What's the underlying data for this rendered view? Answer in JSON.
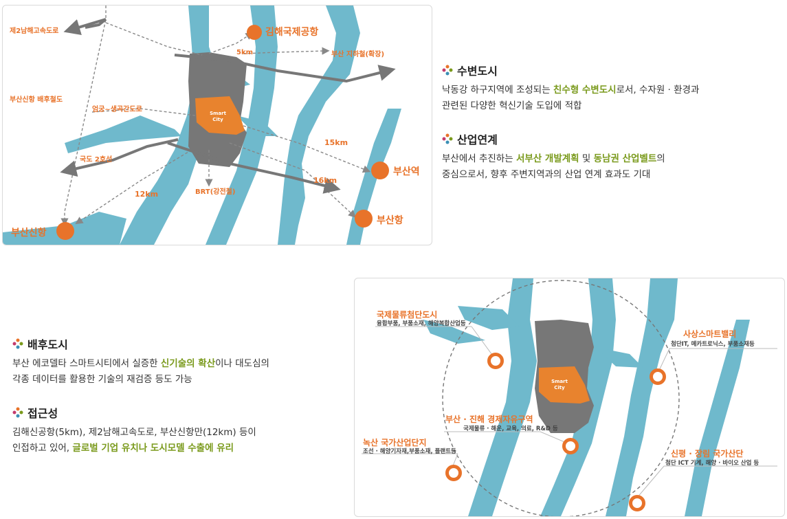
{
  "map1": {
    "labels": {
      "hwy2": "제2남해고속도로",
      "gimhae_airport": "김해국제공항",
      "dist_5km": "5km",
      "busan_subway": "부산 지하철(확장)",
      "busan_newport_rail": "부산신항 배후철도",
      "eomgung": "엄궁~생곡간도로",
      "smart_city": "Smart City",
      "dist_15km": "15km",
      "route2": "국도 2호선",
      "busan_station": "부산역",
      "dist_16km": "16km",
      "brt": "BRT(강전철)",
      "dist_12km": "12km",
      "busan_port": "부산항",
      "busan_newport": "부산신항"
    }
  },
  "map2": {
    "labels": {
      "smart_city": "Smart City",
      "logistics_title": "국제물류첨단도시",
      "logistics_sub": "융합부품, 부품소재, 해양복합산업등",
      "sasang_title": "사상스마트밸리",
      "sasang_sub": "첨단IT, 메카트로닉스, 부품소재등",
      "jinhae_title": "부산 · 진해 경제자유구역",
      "jinhae_sub": "국제물류 · 해운, 교육, 의료, R&D 등",
      "noksan_title": "녹산 국가산업단지",
      "noksan_sub": "조선 · 해양기자재,부품소재, 플랜트등",
      "sinpyeong_title": "신평 · 장림 국가산단",
      "sinpyeong_sub": "첨단 ICT 기계, 해양 · 바이오 산업 등"
    }
  },
  "features": {
    "waterfront": {
      "title": "수변도시",
      "text_a": "낙동강 하구지역에 조성되는 ",
      "highlight": "친수형 수변도시",
      "text_b": "로서, 수자원 · 환경과",
      "line2": "관련된 다양한 혁신기술 도입에 적합"
    },
    "industry": {
      "title": "산업연계",
      "text_a": "부산에서 추진하는 ",
      "highlight1": "서부산 개발계획",
      "text_b": " 및 ",
      "highlight2": "동남권 산업벨트",
      "text_c": "의",
      "line2": "중심으로서, 향후 주변지역과의 산업 연계 효과도 기대"
    },
    "hinterland": {
      "title": "배후도시",
      "text_a": "부산 에코델타 스마트시티에서 실증한 ",
      "highlight": "신기술의 확산",
      "text_b": "이나 대도심의",
      "line2": "각종 데이터를 활용한 기술의 재검증 등도 가능"
    },
    "access": {
      "title": "접근성",
      "line1": "김해신공항(5km), 제2남해고속도로, 부산신항만(12km) 등이",
      "text_a": "인접하고 있어, ",
      "highlight": "글로벌 기업 유치나 도시모델 수출에 유리"
    }
  },
  "colors": {
    "river": "#6fb9cc",
    "land": "#777777",
    "smart_city": "#e8832e",
    "accent": "#e8732a",
    "highlight": "#7a9a1c"
  },
  "icons": [
    "pinwheel-icon",
    "airplane-icon",
    "train-icon",
    "ship-icon"
  ]
}
